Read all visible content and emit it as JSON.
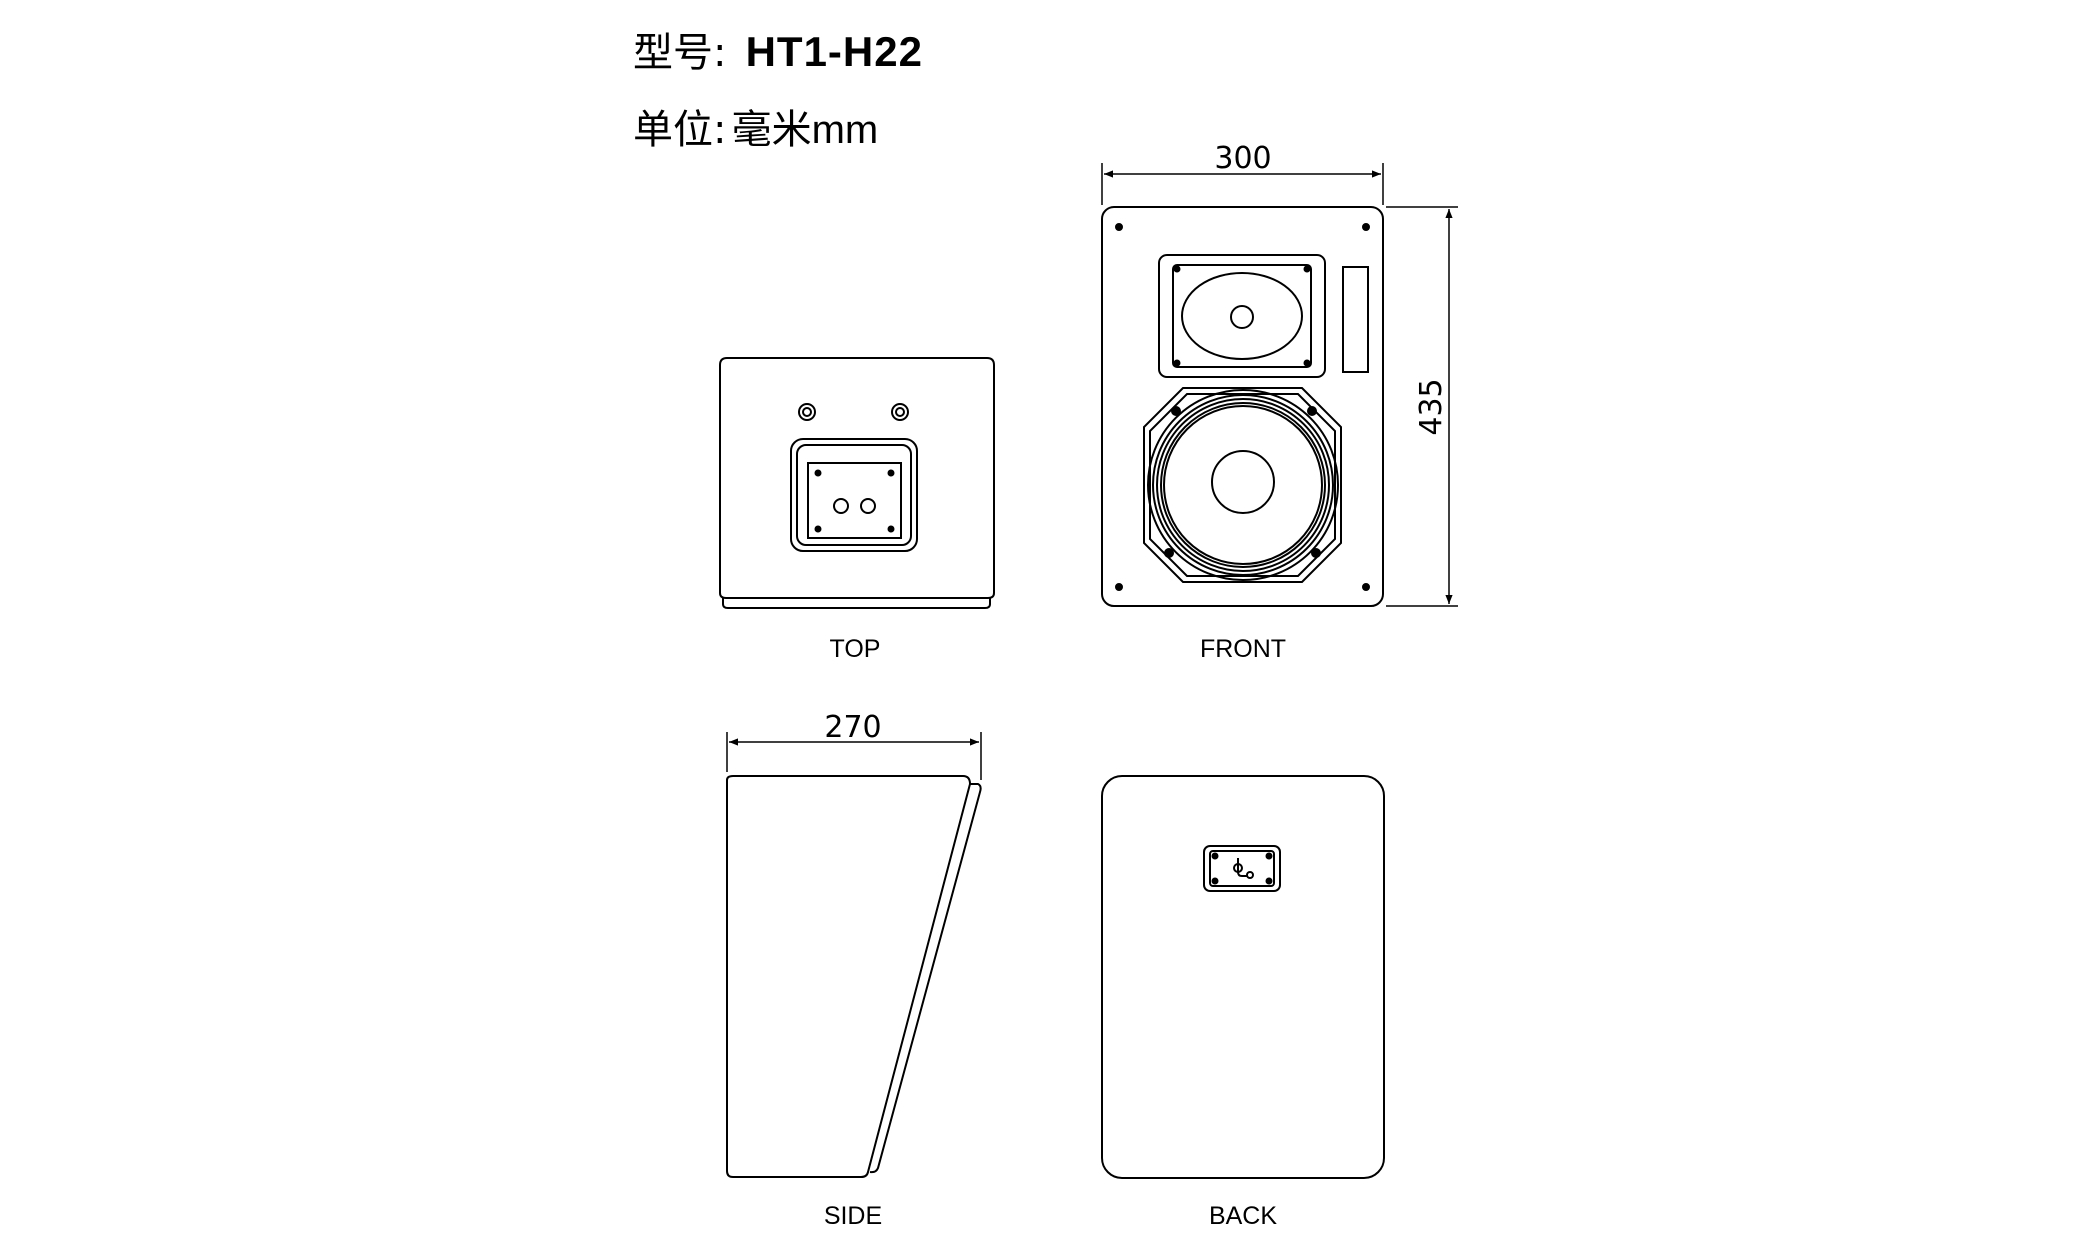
{
  "header": {
    "model_label": "型号:",
    "model_value": "HT1-H22",
    "unit_label": "单位:",
    "unit_value": "毫米mm"
  },
  "views": {
    "top": {
      "caption": "TOP"
    },
    "front": {
      "caption": "FRONT",
      "width_dim": "300",
      "height_dim": "435"
    },
    "side": {
      "caption": "SIDE",
      "depth_dim": "270"
    },
    "back": {
      "caption": "BACK"
    }
  }
}
